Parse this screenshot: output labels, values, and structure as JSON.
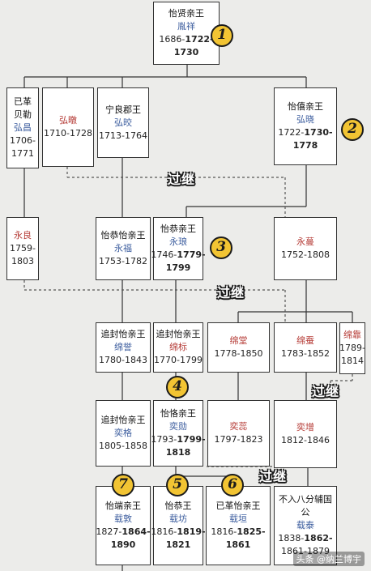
{
  "colors": {
    "line": "#333333",
    "dash": "#555555",
    "blue": "#3c5d9e",
    "red": "#b53b36",
    "badge": "#f2c433"
  },
  "nodes": {
    "yinxiang": {
      "title": "怡贤亲王",
      "name": "胤祥",
      "years_pre": "1686-",
      "years_bold": "1722-",
      "years_post": "",
      "years_line2": "1730"
    },
    "hongchang": {
      "title": "已革",
      "title2": "贝勒",
      "name": "弘昌",
      "years_pre": "1706-",
      "years_bold": "",
      "years_post": "",
      "years_line2": "1771"
    },
    "hongdun": {
      "name": "弘暾",
      "years": "1710-1728"
    },
    "hongjiao": {
      "title": "宁良郡王",
      "name": "弘晈",
      "years": "1713-1764"
    },
    "hongxiao": {
      "title": "怡僖亲王",
      "name": "弘晓",
      "years_pre": "1722-",
      "years_bold": "1730-",
      "years_line2": "1778"
    },
    "yongliang": {
      "name": "永良",
      "years_pre": "1759-",
      "years_line2": "1803"
    },
    "yongfu": {
      "title": "怡恭怡亲王",
      "name": "永福",
      "years": "1753-1782"
    },
    "yonglang": {
      "title": "怡恭亲王",
      "name": "永琅",
      "years_pre": "1746-",
      "years_bold": "1779-",
      "years_line2": "1799"
    },
    "yongman": {
      "name": "永蔓",
      "years": "1752-1808"
    },
    "mianyu": {
      "title": "追封怡亲王",
      "name": "绵誉",
      "years": "1780-1843"
    },
    "mianbiao": {
      "title": "追封怡亲王",
      "name": "绵标",
      "years": "1770-1799"
    },
    "miantang": {
      "name": "绵堂",
      "years": "1778-1850"
    },
    "miancan": {
      "name": "绵蚕",
      "years": "1783-1852"
    },
    "mianjing": {
      "name": "绵靠",
      "years_pre": "1789-",
      "years_line2": "1814"
    },
    "yige": {
      "title": "追封怡亲王",
      "name": "奕格",
      "years": "1805-1858"
    },
    "yixun": {
      "title": "怡恪亲王",
      "name": "奕勋",
      "years_pre": "1793-",
      "years_bold": "1799-",
      "years_line2": "1818"
    },
    "yirui": {
      "name": "奕蕊",
      "years": "1797-1823"
    },
    "yizeng": {
      "name": "奕增",
      "years": "1812-1846"
    },
    "zaidun": {
      "title": "怡端亲王",
      "name": "载敦",
      "years_pre": "1827-",
      "years_bold": "1864-",
      "years_line2": "1890"
    },
    "zaifang": {
      "title": "怡恭王",
      "name": "载坊",
      "years_pre": "1816-",
      "years_bold": "1819-",
      "years_line2": "1821"
    },
    "zaiyuan": {
      "title": "已革怡亲王",
      "name": "载垣",
      "years_pre": "1816-",
      "years_bold": "1825-",
      "years_line2": "1861"
    },
    "zaitai": {
      "title": "不入八分辅国",
      "title2": "公",
      "name": "载泰",
      "years_pre": "1838-",
      "years_bold": "1862-",
      "years_line2": "1861-1879"
    }
  },
  "badges": [
    "1",
    "2",
    "3",
    "4",
    "5",
    "6",
    "7"
  ],
  "transfer_label": "过继",
  "watermark": "头条 @纳兰博宇"
}
